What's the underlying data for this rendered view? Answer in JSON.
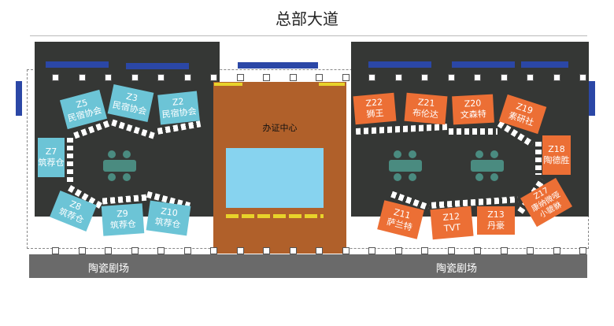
{
  "title": "总部大道",
  "center": {
    "label": "办证中心"
  },
  "bottom": {
    "left_label": "陶瓷剧场",
    "right_label": "陶瓷剧场"
  },
  "booths_left": [
    {
      "id": "Z5",
      "name": "民宿协会"
    },
    {
      "id": "Z3",
      "name": "民宿协会"
    },
    {
      "id": "Z2",
      "name": "民宿协会"
    },
    {
      "id": "Z7",
      "name": "筑荐仓"
    },
    {
      "id": "Z8",
      "name": "筑荐仓"
    },
    {
      "id": "Z9",
      "name": "筑荐仓"
    },
    {
      "id": "Z10",
      "name": "筑荐仓"
    }
  ],
  "booths_right": [
    {
      "id": "Z22",
      "name": "狮王"
    },
    {
      "id": "Z21",
      "name": "布伦达"
    },
    {
      "id": "Z20",
      "name": "文森特"
    },
    {
      "id": "Z19",
      "name": "素研社"
    },
    {
      "id": "Z18",
      "name": "陶德胜"
    },
    {
      "id": "Z17",
      "name": "康纳微哑 小貔貅"
    },
    {
      "id": "Z11",
      "name": "萨兰特"
    },
    {
      "id": "Z12",
      "name": "TVT"
    },
    {
      "id": "Z13",
      "name": "丹豪"
    }
  ],
  "colors": {
    "left_booth": "#6cc4d6",
    "right_booth": "#ec6f35",
    "hall": "#353735",
    "center": "#b0602a"
  }
}
